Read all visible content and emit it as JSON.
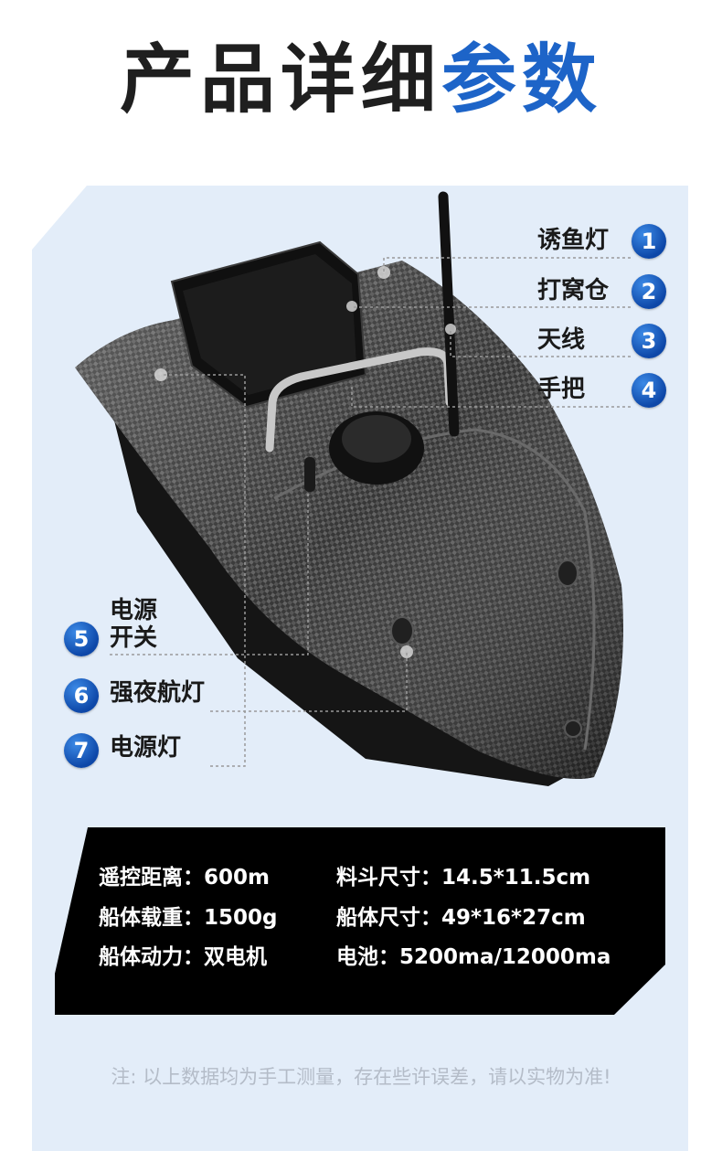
{
  "title": {
    "main": "产品详细",
    "accent": "参数"
  },
  "callouts_right": [
    {
      "label": "诱鱼灯",
      "number": "1"
    },
    {
      "label": "打窝仓",
      "number": "2"
    },
    {
      "label": "天线",
      "number": "3"
    },
    {
      "label": "手把",
      "number": "4"
    }
  ],
  "callouts_left": [
    {
      "label_line1": "电源",
      "label_line2": "开关",
      "number": "5"
    },
    {
      "label": "强夜航灯",
      "number": "6"
    },
    {
      "label": "电源灯",
      "number": "7"
    }
  ],
  "specs": {
    "col1": [
      "遥控距离：600m",
      "船体载重：1500g",
      "船体动力：双电机"
    ],
    "col2": [
      "料斗尺寸：14.5*11.5cm",
      "船体尺寸：49*16*27cm",
      "电池：5200ma/12000ma"
    ]
  },
  "note": "注: 以上数据均为手工测量，存在些许误差，请以实物为准!",
  "colors": {
    "accent": "#1d64c8",
    "badge": "#1258bd",
    "panel": "#e3edf9",
    "spec_bg": "#000000"
  }
}
